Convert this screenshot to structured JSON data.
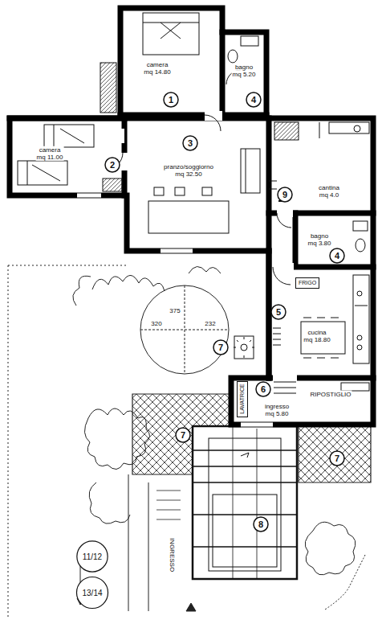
{
  "diagram": {
    "nodes": [
      {
        "text": [
          "camera",
          "mq 14.80"
        ]
      },
      {
        "text": [
          "bagno",
          "mq 5.20"
        ]
      },
      {
        "text": [
          "camera",
          "mq 11.00"
        ]
      },
      {
        "text": [
          "pranzo/soggiorno",
          "mq 32.50"
        ]
      },
      {
        "text": [
          "cantina",
          "mq 4.0"
        ]
      },
      {
        "text": [
          "bagno",
          "mq 3.80"
        ]
      },
      {
        "text": [
          "cucina",
          "mq 18.80"
        ]
      },
      {
        "text": [
          "FRIGO"
        ],
        "in": 6
      },
      {
        "text": [
          "ingresso",
          "mq 5.80"
        ]
      },
      {
        "text": [
          "LAVATRICE"
        ],
        "in": 8
      }
    ],
    "labels": [
      "1",
      "4",
      "2",
      "3",
      "9",
      "4",
      "5",
      "6",
      "7",
      "7",
      "7",
      "8",
      "320",
      "375",
      "232",
      "RIPOSTIGLIO",
      "INGRESSO",
      "11/12",
      "13/14"
    ]
  }
}
